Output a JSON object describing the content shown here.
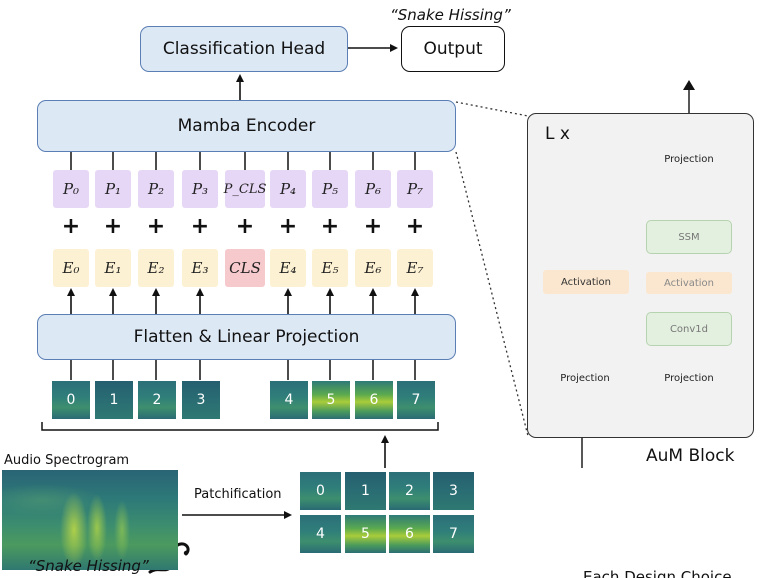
{
  "top_quote": "“Snake Hissing”",
  "bottom_quote": "“Snake Hissing”",
  "classification_head": "Classification Head",
  "output": "Output",
  "mamba_encoder": "Mamba Encoder",
  "flatten": "Flatten & Linear Projection",
  "audio_spectrogram": "Audio Spectrogram",
  "patchification": "Patchification",
  "positions": [
    "P₀",
    "P₁",
    "P₂",
    "P₃",
    "P_CLS",
    "P₄",
    "P₅",
    "P₆",
    "P₇"
  ],
  "embeddings": [
    "E₀",
    "E₁",
    "E₂",
    "E₃",
    "CLS",
    "E₄",
    "E₅",
    "E₆",
    "E₇"
  ],
  "row_patches": [
    "0",
    "1",
    "2",
    "3",
    "4",
    "5",
    "6",
    "7"
  ],
  "grid_patches": [
    "0",
    "1",
    "2",
    "3",
    "4",
    "5",
    "6",
    "7"
  ],
  "aum": {
    "repeat": "L x",
    "projection_top": "Projection",
    "ssm": "SSM",
    "activation_inner": "Activation",
    "conv": "Conv1d",
    "activation_left": "Activation",
    "projection_left": "Projection",
    "projection_right": "Projection",
    "caption": "AuM Block"
  },
  "cutoff_caption": "Each Design Choice"
}
